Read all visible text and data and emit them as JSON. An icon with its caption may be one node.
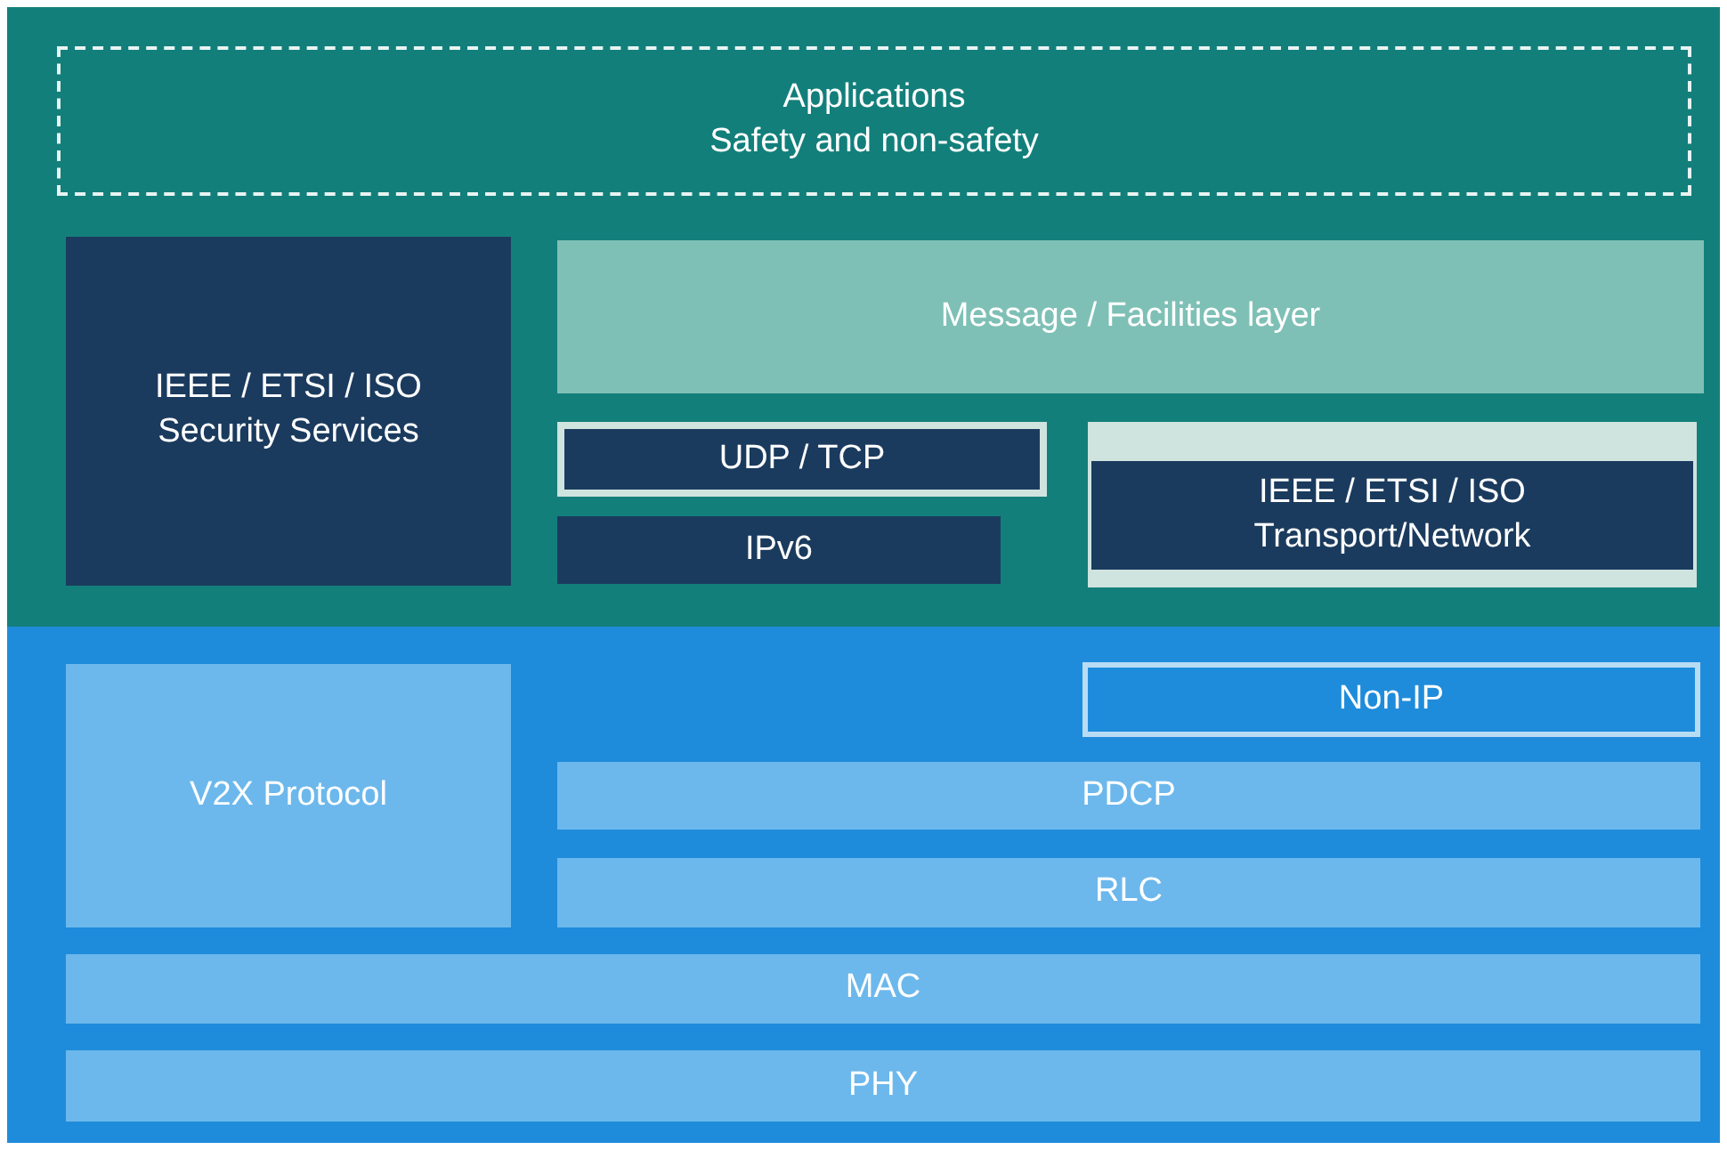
{
  "diagram": {
    "nodes": [
      {
        "text": [],
        "shape": "box"
      },
      {
        "text": [
          "Applications",
          "Safety and non-safety"
        ],
        "in": 0
      },
      {
        "text": [
          "IEEE / ETSI / ISO Security Services"
        ],
        "in": 0
      },
      {
        "text": [
          "Message / Facilities layer"
        ],
        "in": 0
      },
      {
        "text": [
          "UDP / TCP"
        ],
        "in": 0
      },
      {
        "text": [
          "IPv6"
        ],
        "in": 0
      },
      {
        "text": [
          "IEEE / ETSI / ISO Transport/Network"
        ],
        "in": 0
      },
      {
        "text": [],
        "shape": "box"
      },
      {
        "text": [
          "V2X Protocol"
        ],
        "in": 7
      },
      {
        "text": [
          "Non-IP"
        ],
        "in": 7
      },
      {
        "text": [
          "PDCP"
        ],
        "in": 7
      },
      {
        "text": [
          "RLC"
        ],
        "in": 7
      },
      {
        "text": [
          "MAC"
        ],
        "in": 7
      },
      {
        "text": [
          "PHY"
        ],
        "in": 7
      }
    ],
    "edges": []
  }
}
